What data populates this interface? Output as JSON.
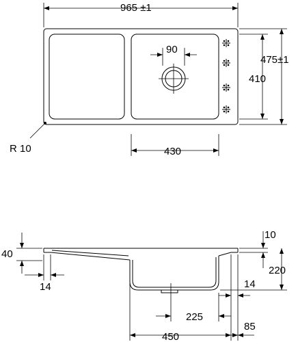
{
  "top_view": {
    "overall_width": "965 ±1",
    "bowl_width": "430",
    "drain_diameter": "90",
    "bowl_depth_plan": "410",
    "overall_depth": "475±1",
    "corner_radius": "R 10"
  },
  "side_view": {
    "rim_thickness": "10",
    "drainer_height": "40",
    "bowl_height": "220",
    "left_offset": "14",
    "right_offset": "14",
    "drain_position": "225",
    "bottom_width": "450",
    "right_margin": "85"
  },
  "icons": [
    "mounting-bracket-icon",
    "mounting-bracket-icon",
    "mounting-bracket-icon",
    "mounting-bracket-icon"
  ]
}
